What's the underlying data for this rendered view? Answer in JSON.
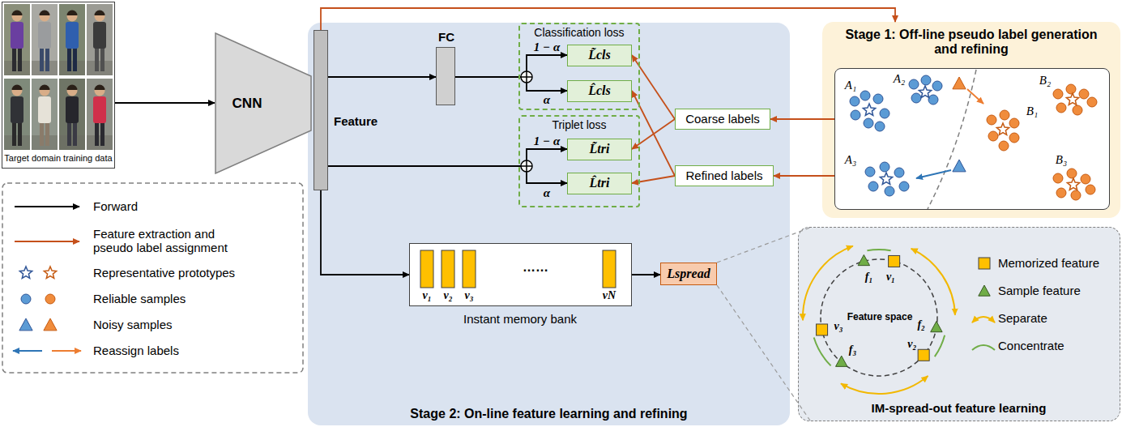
{
  "diagram": {
    "nodes": [
      {
        "text": [
          "Target domain training data"
        ]
      },
      {
        "text": [
          "CNN"
        ]
      },
      {
        "text": [
          "Feature"
        ]
      },
      {
        "text": [
          "Stage 2: On-line feature learning and refining"
        ]
      },
      {
        "text": [
          "FC"
        ],
        "in": 3
      },
      {
        "text": [
          "Classification loss"
        ],
        "in": 3
      },
      {
        "text": [
          "L̃cls"
        ],
        "in": 5
      },
      {
        "text": [
          "L̂cls"
        ],
        "in": 5
      },
      {
        "text": [
          "Triplet loss"
        ],
        "in": 3
      },
      {
        "text": [
          "L̃tri"
        ],
        "in": 8
      },
      {
        "text": [
          "L̂tri"
        ],
        "in": 8
      },
      {
        "text": [
          "v₁",
          "v₂",
          "v₃",
          "……",
          "vN",
          "Instant memory bank"
        ],
        "in": 3
      },
      {
        "text": [
          "Lspread"
        ],
        "in": 3
      },
      {
        "text": [
          "Coarse labels"
        ],
        "in": 3
      },
      {
        "text": [
          "Refined labels"
        ],
        "in": 3
      },
      {
        "text": [
          "Stage 1: Off-line pseudo label generation and refining"
        ]
      },
      {
        "text": [
          "A₁",
          "A₂",
          "A₃",
          "B₁",
          "B₂",
          "B₃"
        ],
        "in": 15
      },
      {
        "text": [
          "IM-spread-out feature learning",
          "Feature space",
          "f₁",
          "v₁",
          "f₂",
          "v₂",
          "f₃",
          "v₃"
        ]
      }
    ],
    "edges": [
      {
        "from": 0,
        "to": 1,
        "arrow": "to"
      },
      {
        "from": 2,
        "to": 4,
        "arrow": "to"
      },
      {
        "from": 4,
        "to": 6,
        "arrow": "to",
        "label": "1 − α"
      },
      {
        "from": 4,
        "to": 7,
        "arrow": "to",
        "label": "α"
      },
      {
        "from": 2,
        "to": 9,
        "arrow": "to",
        "label": "1 − α"
      },
      {
        "from": 2,
        "to": 10,
        "arrow": "to",
        "label": "α"
      },
      {
        "from": 2,
        "to": 11,
        "arrow": "to"
      },
      {
        "from": 11,
        "to": 12,
        "arrow": "to"
      },
      {
        "from": 2,
        "to": 15,
        "arrow": "to"
      },
      {
        "from": 16,
        "to": 13,
        "arrow": "to"
      },
      {
        "from": 16,
        "to": 14,
        "arrow": "to"
      },
      {
        "from": 13,
        "to": 6,
        "arrow": "to"
      },
      {
        "from": 13,
        "to": 9,
        "arrow": "to"
      },
      {
        "from": 14,
        "to": 7,
        "arrow": "to"
      },
      {
        "from": 14,
        "to": 10,
        "arrow": "to"
      }
    ],
    "legend": [
      {
        "text": "Forward"
      },
      {
        "text": "Feature extraction and pseudo label assignment"
      },
      {
        "text": "Representative prototypes"
      },
      {
        "text": "Reliable samples"
      },
      {
        "text": "Noisy samples"
      },
      {
        "text": "Reassign labels"
      },
      {
        "text": "Memorized feature"
      },
      {
        "text": "Sample feature"
      },
      {
        "text": "Separate"
      },
      {
        "text": "Concentrate"
      }
    ]
  }
}
